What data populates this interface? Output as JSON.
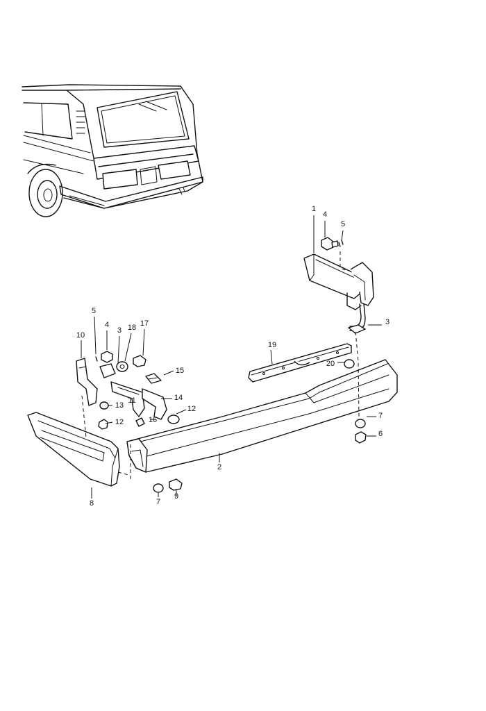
{
  "callouts": [
    {
      "id": "c1",
      "text": "1"
    },
    {
      "id": "c4a",
      "text": "4"
    },
    {
      "id": "c5a",
      "text": "5"
    },
    {
      "id": "c3a",
      "text": "3"
    },
    {
      "id": "c19",
      "text": "19"
    },
    {
      "id": "c20",
      "text": "20"
    },
    {
      "id": "c7a",
      "text": "7"
    },
    {
      "id": "c6a",
      "text": "6"
    },
    {
      "id": "c2",
      "text": "2"
    },
    {
      "id": "c10",
      "text": "10"
    },
    {
      "id": "c5b",
      "text": "5"
    },
    {
      "id": "c4b",
      "text": "4"
    },
    {
      "id": "c3b",
      "text": "3"
    },
    {
      "id": "c18",
      "text": "18"
    },
    {
      "id": "c17",
      "text": "17"
    },
    {
      "id": "c15",
      "text": "15"
    },
    {
      "id": "c14",
      "text": "14"
    },
    {
      "id": "c13",
      "text": "13"
    },
    {
      "id": "c12a",
      "text": "12"
    },
    {
      "id": "c12b",
      "text": "12"
    },
    {
      "id": "c16",
      "text": "16"
    },
    {
      "id": "c11",
      "text": "11"
    },
    {
      "id": "c8",
      "text": "8"
    },
    {
      "id": "c7b",
      "text": "7"
    },
    {
      "id": "c9",
      "text": "9"
    }
  ]
}
